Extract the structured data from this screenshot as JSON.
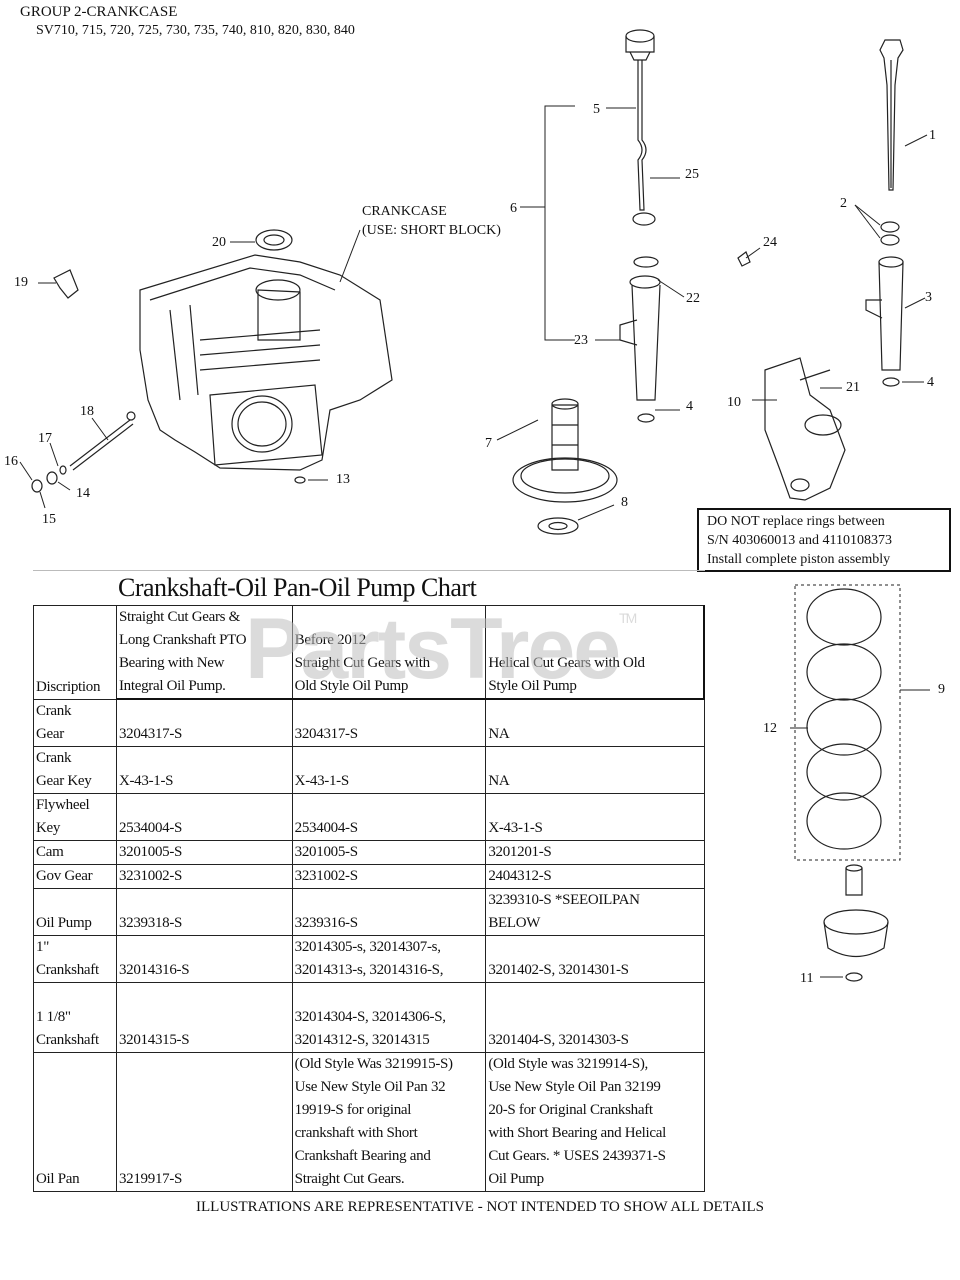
{
  "header": {
    "title": "GROUP 2-CRANKCASE",
    "models": "SV710, 715, 720, 725, 730, 735, 740, 810, 820, 830, 840"
  },
  "crankcase_label": {
    "line1": "CRANKCASE",
    "line2": "(USE: SHORT BLOCK)"
  },
  "callouts": [
    "1",
    "2",
    "3",
    "4",
    "4",
    "5",
    "6",
    "7",
    "8",
    "9",
    "10",
    "11",
    "12",
    "13",
    "14",
    "15",
    "16",
    "17",
    "18",
    "19",
    "20",
    "21",
    "22",
    "23",
    "24",
    "25"
  ],
  "note": {
    "line1": "DO NOT replace rings between",
    "line2": "S/N 403060013 and 4110108373",
    "line3": "Install complete piston assembly"
  },
  "watermark": {
    "text": "PartsTree",
    "mark": "TM"
  },
  "chart": {
    "title": "Crankshaft-Oil Pan-Oil Pump Chart",
    "headers": [
      [
        "Discription"
      ],
      [
        "Straight Cut Gears &",
        "Long Crankshaft PTO",
        "Bearing with New",
        "Integral Oil Pump."
      ],
      [
        "Before 2012",
        "Straight Cut Gears with",
        "Old Style Oil Pump"
      ],
      [
        "Helical Cut Gears with Old",
        "Style Oil Pump"
      ]
    ],
    "rows": [
      [
        [
          "Crank",
          "Gear"
        ],
        [
          "3204317-S"
        ],
        [
          "3204317-S"
        ],
        [
          "NA"
        ]
      ],
      [
        [
          "Crank",
          "Gear Key"
        ],
        [
          "X-43-1-S"
        ],
        [
          "X-43-1-S"
        ],
        [
          "NA"
        ]
      ],
      [
        [
          "Flywheel",
          "Key"
        ],
        [
          "2534004-S"
        ],
        [
          "2534004-S"
        ],
        [
          "X-43-1-S"
        ]
      ],
      [
        [
          "Cam"
        ],
        [
          "3201005-S"
        ],
        [
          "3201005-S"
        ],
        [
          "3201201-S"
        ]
      ],
      [
        [
          "Gov Gear"
        ],
        [
          "3231002-S"
        ],
        [
          "3231002-S"
        ],
        [
          "2404312-S"
        ]
      ],
      [
        [
          "Oil Pump"
        ],
        [
          "3239318-S"
        ],
        [
          "3239316-S"
        ],
        [
          "3239310-S  *SEEOILPAN",
          "BELOW"
        ]
      ],
      [
        [
          "1\"",
          "Crankshaft"
        ],
        [
          "32014316-S"
        ],
        [
          "32014305-s, 32014307-s,",
          "32014313-s, 32014316-S,"
        ],
        [
          "3201402-S, 32014301-S"
        ]
      ],
      [
        [
          "",
          "1 1/8\"",
          "Crankshaft"
        ],
        [
          "32014315-S"
        ],
        [
          "32014304-S, 32014306-S,",
          "32014312-S, 32014315"
        ],
        [
          "3201404-S, 32014303-S"
        ]
      ],
      [
        [
          "Oil Pan"
        ],
        [
          "3219917-S"
        ],
        [
          "(Old Style Was 3219915-S)",
          "Use New Style Oil Pan 32",
          "19919-S for original",
          "crankshaft with Short",
          "Crankshaft Bearing and",
          "Straight Cut Gears."
        ],
        [
          "(Old Style was 3219914-S),",
          "Use New Style Oil Pan 32199",
          "20-S for Original Crankshaft",
          "with Short Bearing and Helical",
          "Cut Gears. * USES 2439371-S",
          "Oil Pump"
        ]
      ]
    ]
  },
  "footer": "ILLUSTRATIONS ARE REPRESENTATIVE - NOT INTENDED TO SHOW ALL DETAILS"
}
